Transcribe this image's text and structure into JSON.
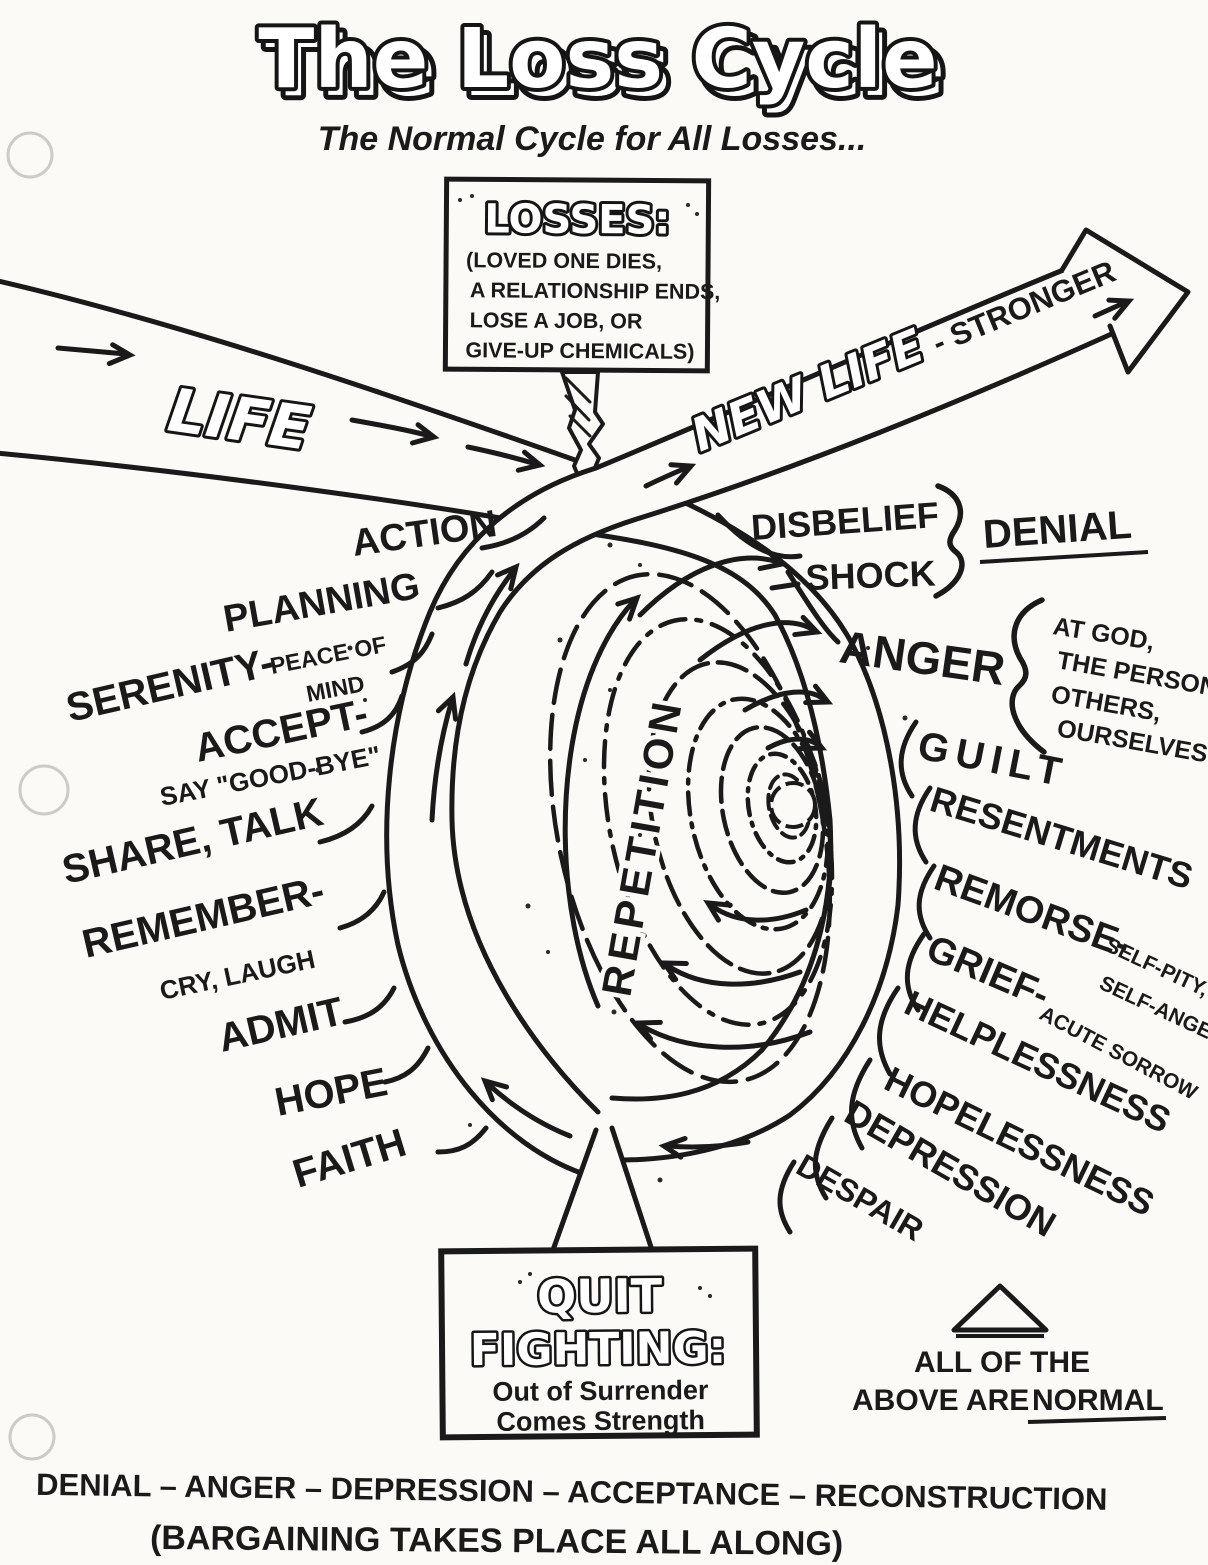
{
  "title": "The Loss Cycle",
  "subtitle": "The Normal Cycle for All Losses...",
  "losses_box": {
    "heading": "LOSSES:",
    "lines": [
      "(LOVED ONE DIES,",
      "A RELATIONSHIP ENDS,",
      "LOSE A JOB, OR",
      "GIVE-UP CHEMICALS)"
    ]
  },
  "flow": {
    "life_label": "LIFE",
    "new_life_label": "NEW LIFE",
    "new_life_suffix": "- STRONGER",
    "repetition_label": "REPETITION"
  },
  "denial_group": {
    "item1": "DISBELIEF",
    "item2": "SHOCK",
    "result": "DENIAL"
  },
  "anger_group": {
    "label": "ANGER",
    "targets": [
      "AT GOD,",
      "THE PERSON,",
      "OTHERS,",
      "OURSELVES"
    ]
  },
  "right_stages": [
    {
      "label": "GUILT"
    },
    {
      "label": "RESENTMENTS"
    },
    {
      "label": "REMORSE-",
      "sub1": "SELF-PITY,",
      "sub2": "SELF-ANGER"
    },
    {
      "label": "GRIEF-",
      "sub1": "ACUTE SORROW"
    },
    {
      "label": "HELPLESSNESS"
    },
    {
      "label": "HOPELESSNESS"
    },
    {
      "label": "DEPRESSION"
    },
    {
      "label": "DESPAIR"
    }
  ],
  "left_stages": [
    {
      "label": "ACTION"
    },
    {
      "label": "PLANNING"
    },
    {
      "label": "SERENITY-",
      "sub1": "PEACE OF",
      "sub2": "MIND"
    },
    {
      "label": "ACCEPT-",
      "sub1": "SAY \"GOOD-BYE\""
    },
    {
      "label": "SHARE, TALK"
    },
    {
      "label": "REMEMBER-",
      "sub1": "CRY, LAUGH"
    },
    {
      "label": "ADMIT"
    },
    {
      "label": "HOPE"
    },
    {
      "label": "FAITH"
    }
  ],
  "quit_box": {
    "heading1": "QUIT",
    "heading2": "FIGHTING:",
    "line1": "Out of Surrender",
    "line2": "Comes Strength"
  },
  "normal_note": {
    "line1": "ALL OF THE",
    "line2_prefix": "ABOVE ARE",
    "line2_emph": "NORMAL"
  },
  "footer": {
    "line1": "DENIAL – ANGER – DEPRESSION – ACCEPTANCE – RECONSTRUCTION",
    "line2": "(BARGAINING TAKES PLACE ALL ALONG)"
  },
  "colors": {
    "ink": "#1a1a1a",
    "paper": "#fbfaf7"
  }
}
